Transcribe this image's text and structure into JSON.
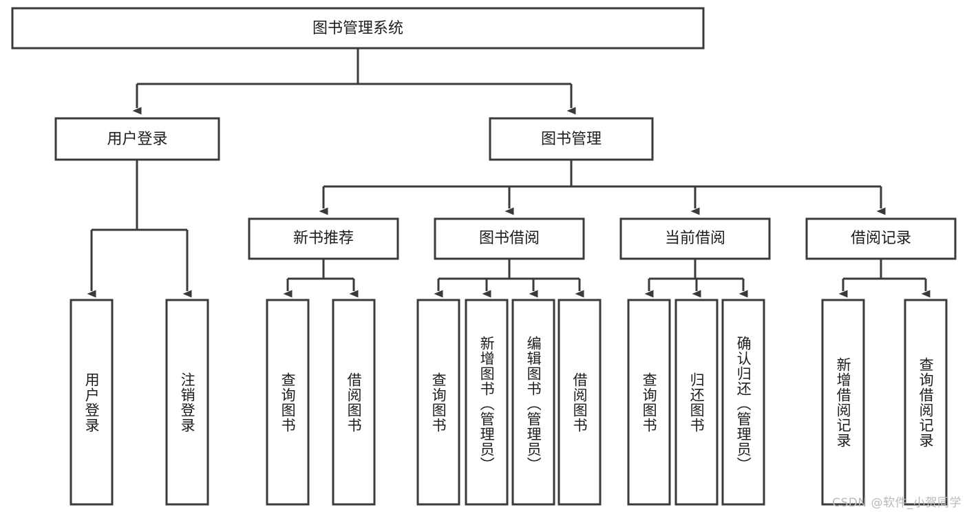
{
  "diagram": {
    "type": "tree-hierarchy",
    "title": "图书管理系统",
    "root": {
      "id": "root",
      "label": "图书管理系统"
    },
    "level2": [
      {
        "id": "user-login",
        "label": "用户登录"
      },
      {
        "id": "book-manage",
        "label": "图书管理"
      }
    ],
    "level3": [
      {
        "id": "new-book-recommend",
        "label": "新书推荐",
        "parent": "book-manage"
      },
      {
        "id": "book-borrow",
        "label": "图书借阅",
        "parent": "book-manage"
      },
      {
        "id": "current-borrow",
        "label": "当前借阅",
        "parent": "book-manage"
      },
      {
        "id": "borrow-record",
        "label": "借阅记录",
        "parent": "book-manage"
      }
    ],
    "leaves": [
      {
        "id": "leaf-user-login",
        "label": "用户登录",
        "parent": "user-login"
      },
      {
        "id": "leaf-logout-login",
        "label": "注销登录",
        "parent": "user-login"
      },
      {
        "id": "leaf-query-book-1",
        "label": "查询图书",
        "parent": "new-book-recommend"
      },
      {
        "id": "leaf-borrow-book-1",
        "label": "借阅图书",
        "parent": "new-book-recommend"
      },
      {
        "id": "leaf-query-book-2",
        "label": "查询图书",
        "parent": "book-borrow"
      },
      {
        "id": "leaf-add-book",
        "label": "新增图书（管理员）",
        "parent": "book-borrow"
      },
      {
        "id": "leaf-edit-book",
        "label": "编辑图书（管理员）",
        "parent": "book-borrow"
      },
      {
        "id": "leaf-borrow-book-2",
        "label": "借阅图书",
        "parent": "book-borrow"
      },
      {
        "id": "leaf-query-book-3",
        "label": "查询图书",
        "parent": "current-borrow"
      },
      {
        "id": "leaf-return-book",
        "label": "归还图书",
        "parent": "current-borrow"
      },
      {
        "id": "leaf-confirm-return",
        "label": "确认归还（管理员）",
        "parent": "current-borrow"
      },
      {
        "id": "leaf-add-record",
        "label": "新增借阅记录",
        "parent": "borrow-record"
      },
      {
        "id": "leaf-query-record",
        "label": "查询借阅记录",
        "parent": "borrow-record"
      }
    ],
    "colors": {
      "stroke": "#3a3a3a",
      "fill": "#ffffff",
      "text": "#1d1d1d",
      "watermark": "#b9b9b9"
    }
  },
  "watermark": {
    "text": "CSDN @软件_小贺同学"
  }
}
